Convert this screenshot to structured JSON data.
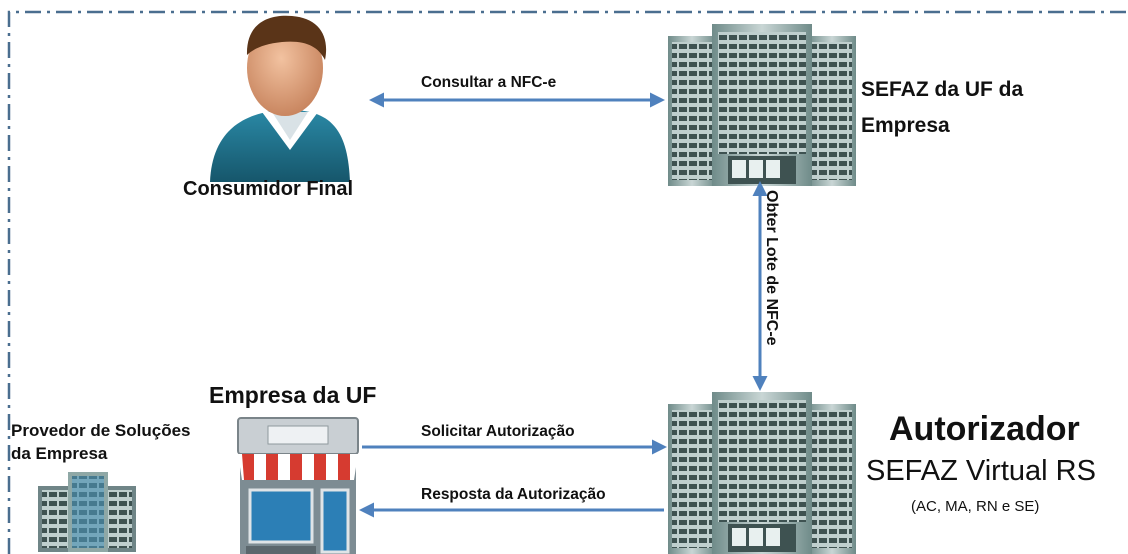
{
  "actors": {
    "consumer_label": "Consumidor Final",
    "sefaz_uf_label": "SEFAZ da UF da Empresa",
    "empresa_label": "Empresa da UF",
    "provedor_label_line1": "Provedor de Soluções",
    "provedor_label_line2": "da Empresa",
    "autorizador_title": "Autorizador",
    "autorizador_subtitle": "SEFAZ Virtual RS",
    "autorizador_states": "(AC, MA, RN e SE)"
  },
  "flows": {
    "consultar": "Consultar a NFC-e",
    "obter_lote": "Obter Lote de NFC-e",
    "solicitar": "Solicitar Autorização",
    "resposta": "Resposta da Autorização"
  },
  "colors": {
    "arrow": "#4f81bd",
    "border": "#4a6e8f",
    "building": "#8fa8a6",
    "shirt": "#1f6f88",
    "awning_red": "#d63b30"
  },
  "icons": [
    "person-icon",
    "building-icon",
    "store-icon",
    "office-icon"
  ]
}
